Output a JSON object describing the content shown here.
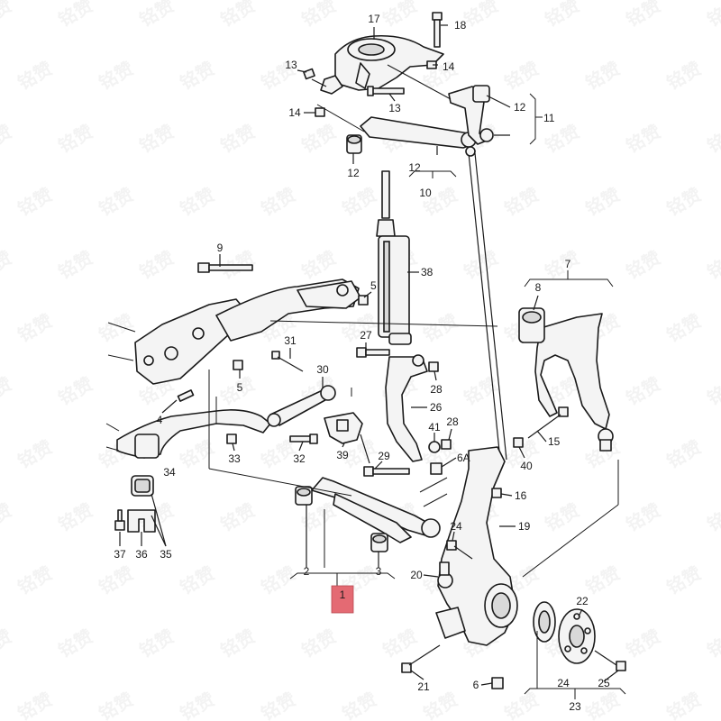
{
  "watermark": "铭赞",
  "highlight_color": "#e46a73",
  "callouts": {
    "c1": "1",
    "c2": "2",
    "c3": "3",
    "c4": "4",
    "c5a": "5",
    "c5b": "5",
    "c6": "6",
    "c6a": "6A",
    "c7": "7",
    "c8": "8",
    "c9": "9",
    "c10": "10",
    "c11": "11",
    "c12a": "12",
    "c12b": "12",
    "c12c": "12",
    "c13a": "13",
    "c13b": "13",
    "c14a": "14",
    "c14b": "14",
    "c15": "15",
    "c16": "16",
    "c17": "17",
    "c18": "18",
    "c19": "19",
    "c20": "20",
    "c21": "21",
    "c22": "22",
    "c23": "23",
    "c24a": "24",
    "c24b": "24",
    "c25": "25",
    "c26": "26",
    "c27": "27",
    "c28a": "28",
    "c28b": "28",
    "c29": "29",
    "c30": "30",
    "c31": "31",
    "c32": "32",
    "c33": "33",
    "c34": "34",
    "c35": "35",
    "c36": "36",
    "c37": "37",
    "c38": "38",
    "c39": "39",
    "c40": "40",
    "c41": "41"
  }
}
